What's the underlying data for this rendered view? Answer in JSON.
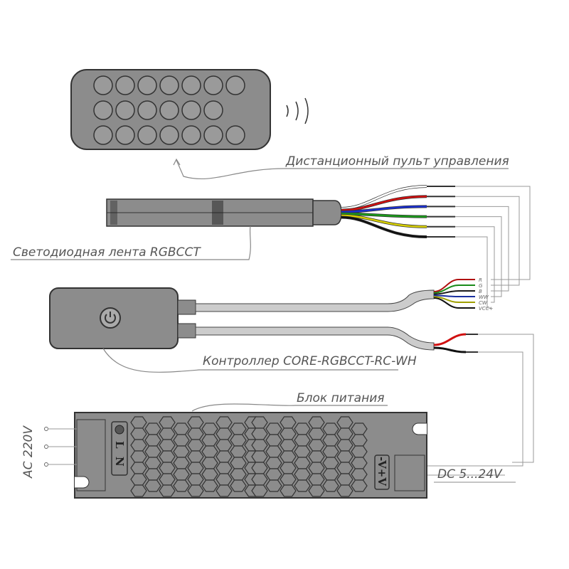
{
  "labels": {
    "remote": "Дистанционный пульт управления",
    "strip": "Светодиодная лента RGBCCT",
    "controller": "Контроллер  CORE-RGBCCT-RC-WH",
    "psu": "Блок питания",
    "ac_input": "AC 220V",
    "dc_output": "DC 5...24V"
  },
  "controller_pins": [
    "R",
    "G",
    "B",
    "WW",
    "CW",
    "VCC+"
  ],
  "psu_input_marks": [
    "L",
    "N"
  ],
  "psu_output_marks": [
    "-V",
    "+V"
  ],
  "colors": {
    "body": "#8c8c8c",
    "outline": "#333333",
    "lead": "#9a9a9a",
    "strip_wires": [
      "#ffffff",
      "#d01010",
      "#1a2fd0",
      "#1a9a1a",
      "#d8d000",
      "#111111"
    ],
    "controller_wires": [
      "#b01010",
      "#1a8a1a",
      "#1a1a1a",
      "#1a2fa0",
      "#a0a000",
      "#111111"
    ],
    "power_wires": [
      "#d01010",
      "#111111"
    ]
  }
}
